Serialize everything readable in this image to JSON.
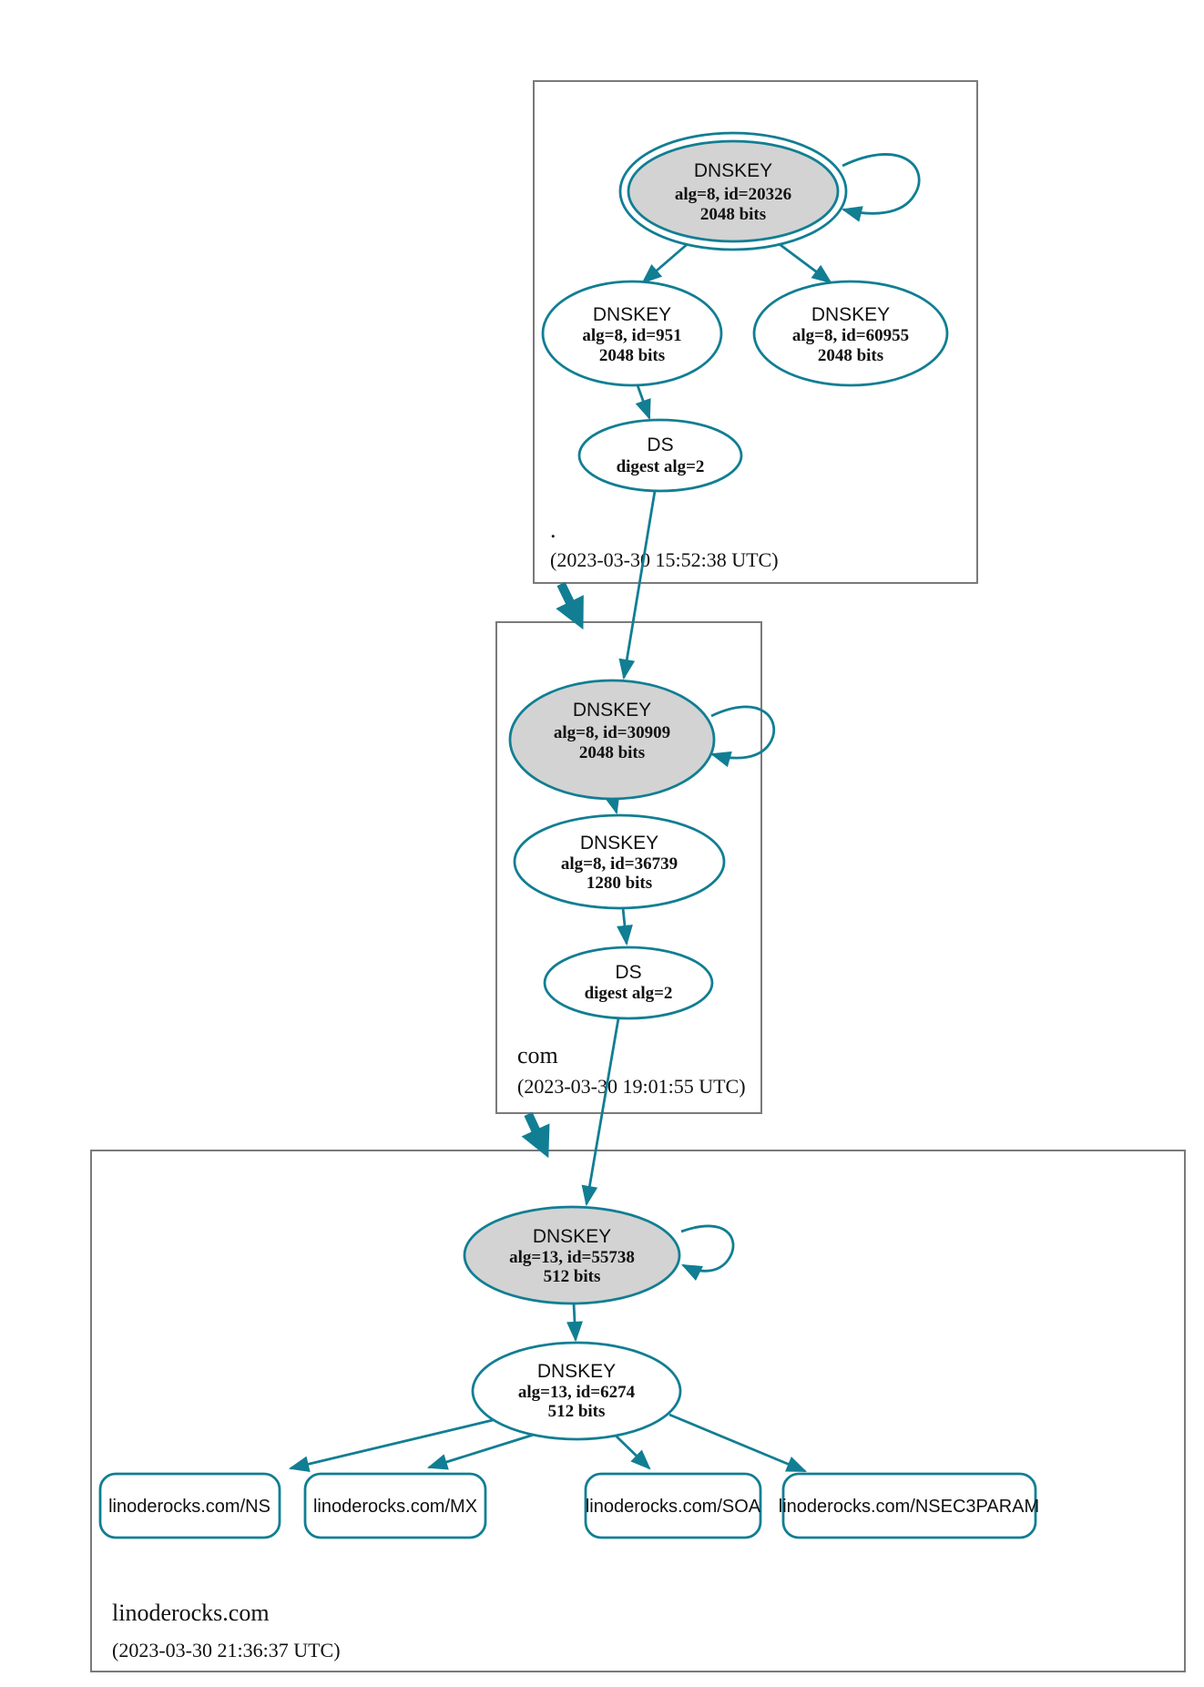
{
  "diagram": {
    "type": "dnssec-authentication-chain",
    "colors": {
      "edge_teal": "#117e93",
      "ksk_fill": "#d3d3d3",
      "node_fill": "#ffffff",
      "zone_box_border": "#7a7a7a",
      "text": "#111111"
    },
    "zones": {
      "root": {
        "name": ".",
        "timestamp": "(2023-03-30 15:52:38 UTC)",
        "ksk": {
          "title": "DNSKEY",
          "alg": "alg=8, id=20326",
          "bits": "2048 bits"
        },
        "zsk1": {
          "title": "DNSKEY",
          "alg": "alg=8, id=951",
          "bits": "2048 bits"
        },
        "zsk2": {
          "title": "DNSKEY",
          "alg": "alg=8, id=60955",
          "bits": "2048 bits"
        },
        "ds": {
          "title": "DS",
          "digest": "digest alg=2"
        }
      },
      "com": {
        "name": "com",
        "timestamp": "(2023-03-30 19:01:55 UTC)",
        "ksk": {
          "title": "DNSKEY",
          "alg": "alg=8, id=30909",
          "bits": "2048 bits"
        },
        "zsk": {
          "title": "DNSKEY",
          "alg": "alg=8, id=36739",
          "bits": "1280 bits"
        },
        "ds": {
          "title": "DS",
          "digest": "digest alg=2"
        }
      },
      "linoderocks": {
        "name": "linoderocks.com",
        "timestamp": "(2023-03-30 21:36:37 UTC)",
        "ksk": {
          "title": "DNSKEY",
          "alg": "alg=13, id=55738",
          "bits": "512 bits"
        },
        "zsk": {
          "title": "DNSKEY",
          "alg": "alg=13, id=6274",
          "bits": "512 bits"
        },
        "rrsets": [
          "linoderocks.com/NS",
          "linoderocks.com/MX",
          "linoderocks.com/SOA",
          "linoderocks.com/NSEC3PARAM"
        ]
      }
    }
  }
}
